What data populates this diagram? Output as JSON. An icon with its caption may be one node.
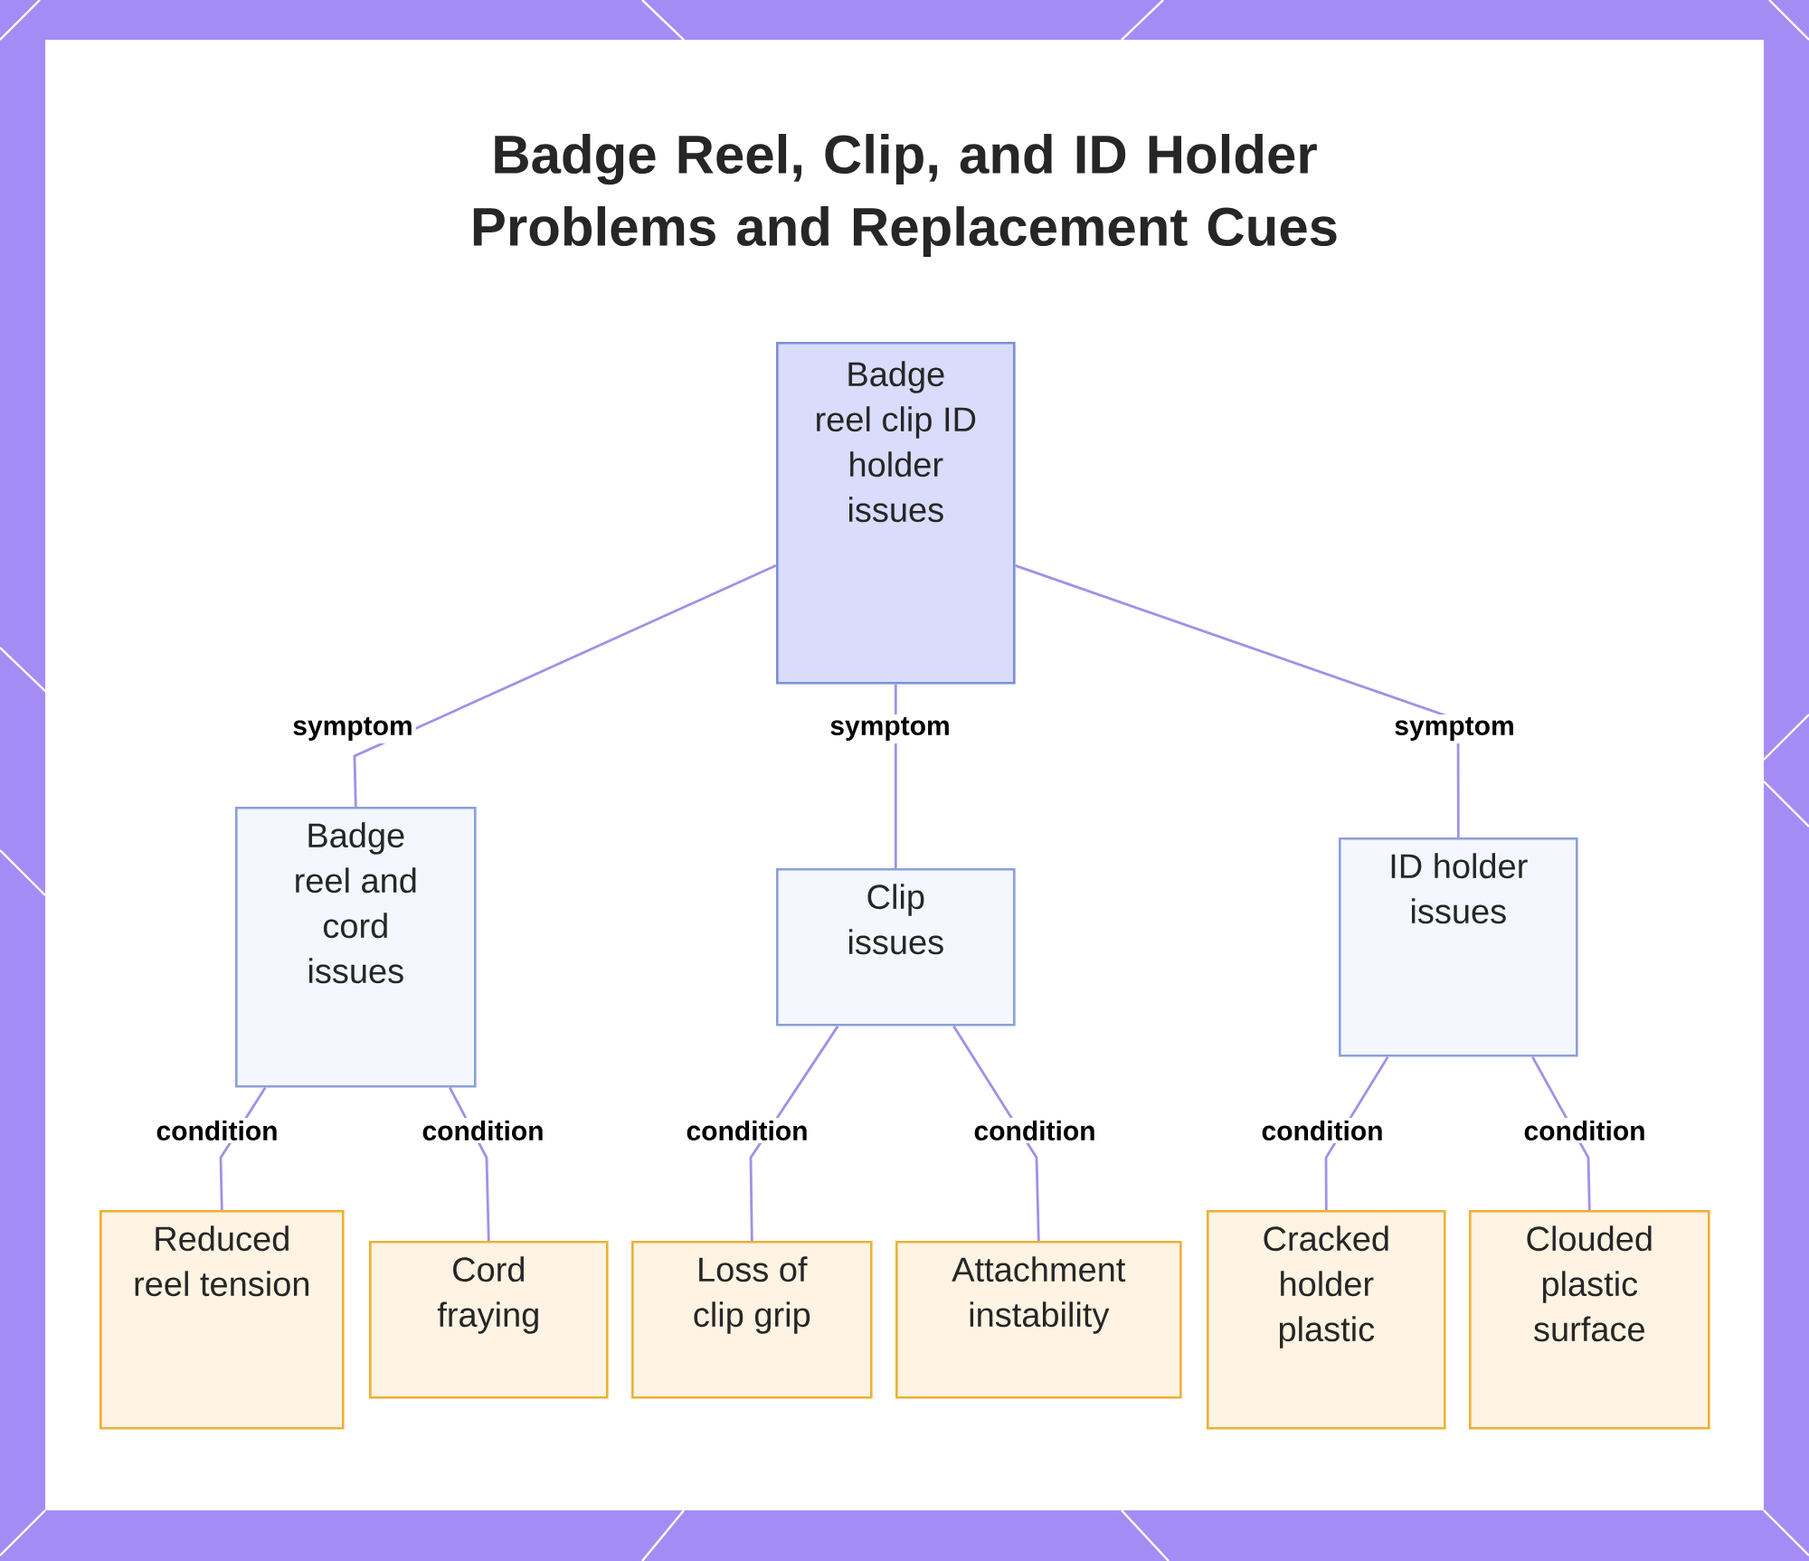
{
  "diagram": {
    "title": "Badge Reel, Clip, and ID Holder Problems and Replacement Cues",
    "nodes": [
      {
        "text": [
          "Badge reel clip ID holder issues"
        ]
      },
      {
        "text": [
          "Badge reel and cord issues"
        ]
      },
      {
        "text": [
          "Clip issues"
        ]
      },
      {
        "text": [
          "ID holder issues"
        ]
      },
      {
        "text": [
          "Reduced reel tension"
        ]
      },
      {
        "text": [
          "Cord fraying"
        ]
      },
      {
        "text": [
          "Loss of clip grip"
        ]
      },
      {
        "text": [
          "Attachment instability"
        ]
      },
      {
        "text": [
          "Cracked holder plastic"
        ]
      },
      {
        "text": [
          "Clouded plastic surface"
        ]
      }
    ],
    "edges": [
      {
        "from": 0,
        "to": 1,
        "arrow": "none",
        "label": "symptom"
      },
      {
        "from": 0,
        "to": 2,
        "arrow": "none",
        "label": "symptom"
      },
      {
        "from": 0,
        "to": 3,
        "arrow": "none",
        "label": "symptom"
      },
      {
        "from": 1,
        "to": 4,
        "arrow": "none",
        "label": "condition"
      },
      {
        "from": 1,
        "to": 5,
        "arrow": "none",
        "label": "condition"
      },
      {
        "from": 2,
        "to": 6,
        "arrow": "none",
        "label": "condition"
      },
      {
        "from": 2,
        "to": 7,
        "arrow": "none",
        "label": "condition"
      },
      {
        "from": 3,
        "to": 8,
        "arrow": "none",
        "label": "condition"
      },
      {
        "from": 3,
        "to": 9,
        "arrow": "none",
        "label": "condition"
      }
    ]
  }
}
